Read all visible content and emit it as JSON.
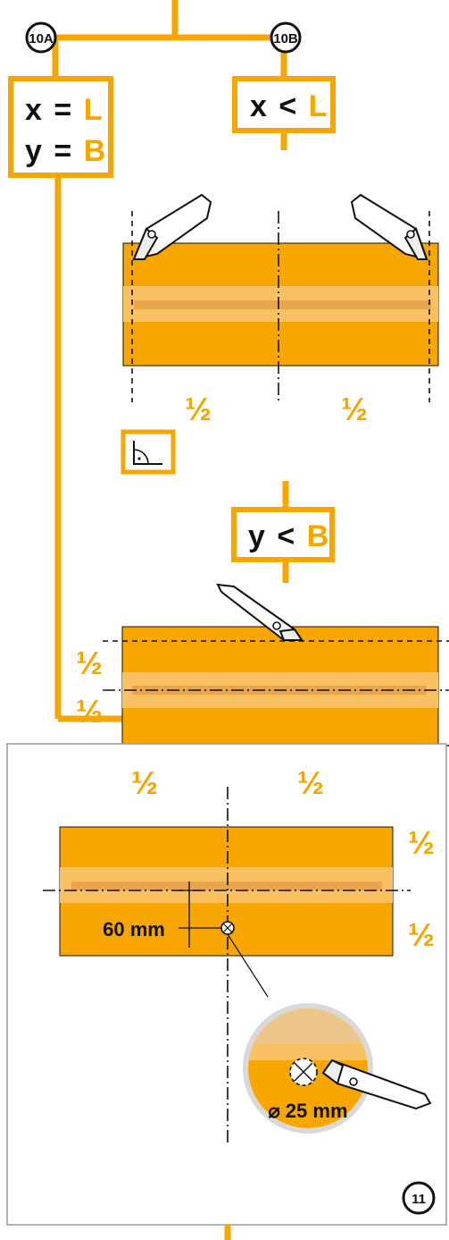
{
  "colors": {
    "orange": "#F7A600",
    "band_light": "#F9C162",
    "band_dark": "#E8A54A",
    "black": "#111111",
    "frame_gray": "#9a9a9a",
    "white": "#ffffff",
    "knife_gray": "#eeeeee"
  },
  "steps": {
    "step_a": "10A",
    "step_b": "10B",
    "step_final": "11"
  },
  "branch_a": {
    "x_var": "x",
    "x_op": "=",
    "x_val": "L",
    "y_var": "y",
    "y_op": "=",
    "y_val": "B"
  },
  "branch_b": {
    "x_var": "x",
    "x_op": "<",
    "x_val": "L",
    "y_var": "y",
    "y_op": "<",
    "y_val": "B"
  },
  "fractions": {
    "half": "½"
  },
  "measurements": {
    "offset": "60 mm",
    "diameter": "⌀ 25 mm"
  },
  "icons": [
    "right-angle-icon",
    "utility-knife-icon",
    "hole-marker-icon"
  ]
}
